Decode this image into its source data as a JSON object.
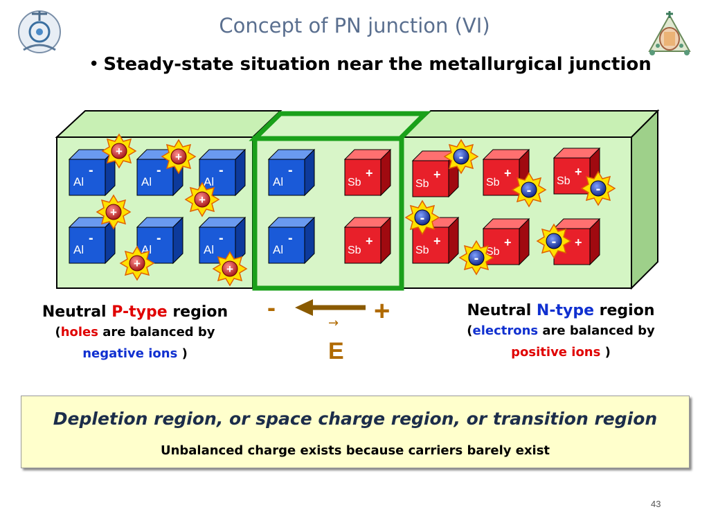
{
  "title": "Concept of PN junction (VI)",
  "bullet": "Steady-state situation near the metallurgical junction",
  "ions": {
    "acceptor": "Al",
    "acceptor_charge": "-",
    "donor": "Sb",
    "donor_charge": "+"
  },
  "carriers": {
    "hole": "+",
    "electron": "-"
  },
  "field": {
    "minus": "-",
    "plus": "+",
    "arrow": "→",
    "label": "E"
  },
  "p_caption": {
    "line1_a": "Neutral ",
    "line1_b": "P-type",
    "line1_c": " region",
    "line2_a": "(",
    "line2_b": "holes",
    "line2_c": " are balanced  by",
    "line3_a": "negative ions",
    "line3_b": " )"
  },
  "n_caption": {
    "line1_a": "Neutral ",
    "line1_b": "N-type",
    "line1_c": " region",
    "line2_a": "(",
    "line2_b": "electrons",
    "line2_c": " are balanced  by",
    "line3_a": "positive ions",
    "line3_b": " )"
  },
  "depletion": {
    "heading": "Depletion region, or space charge region, or transition region",
    "sub": "Unbalanced charge exists because carriers barely exist"
  },
  "page_number": "43",
  "colors": {
    "p_region": "#d4f5c4",
    "n_region": "#d4f5c4",
    "depletion_border": "#1aa01a",
    "acceptor": "#1a5ad8",
    "donor": "#e8202a",
    "hole": "#cc2020",
    "electron": "#1a3aa8",
    "field_arrow": "#8a5a00"
  }
}
